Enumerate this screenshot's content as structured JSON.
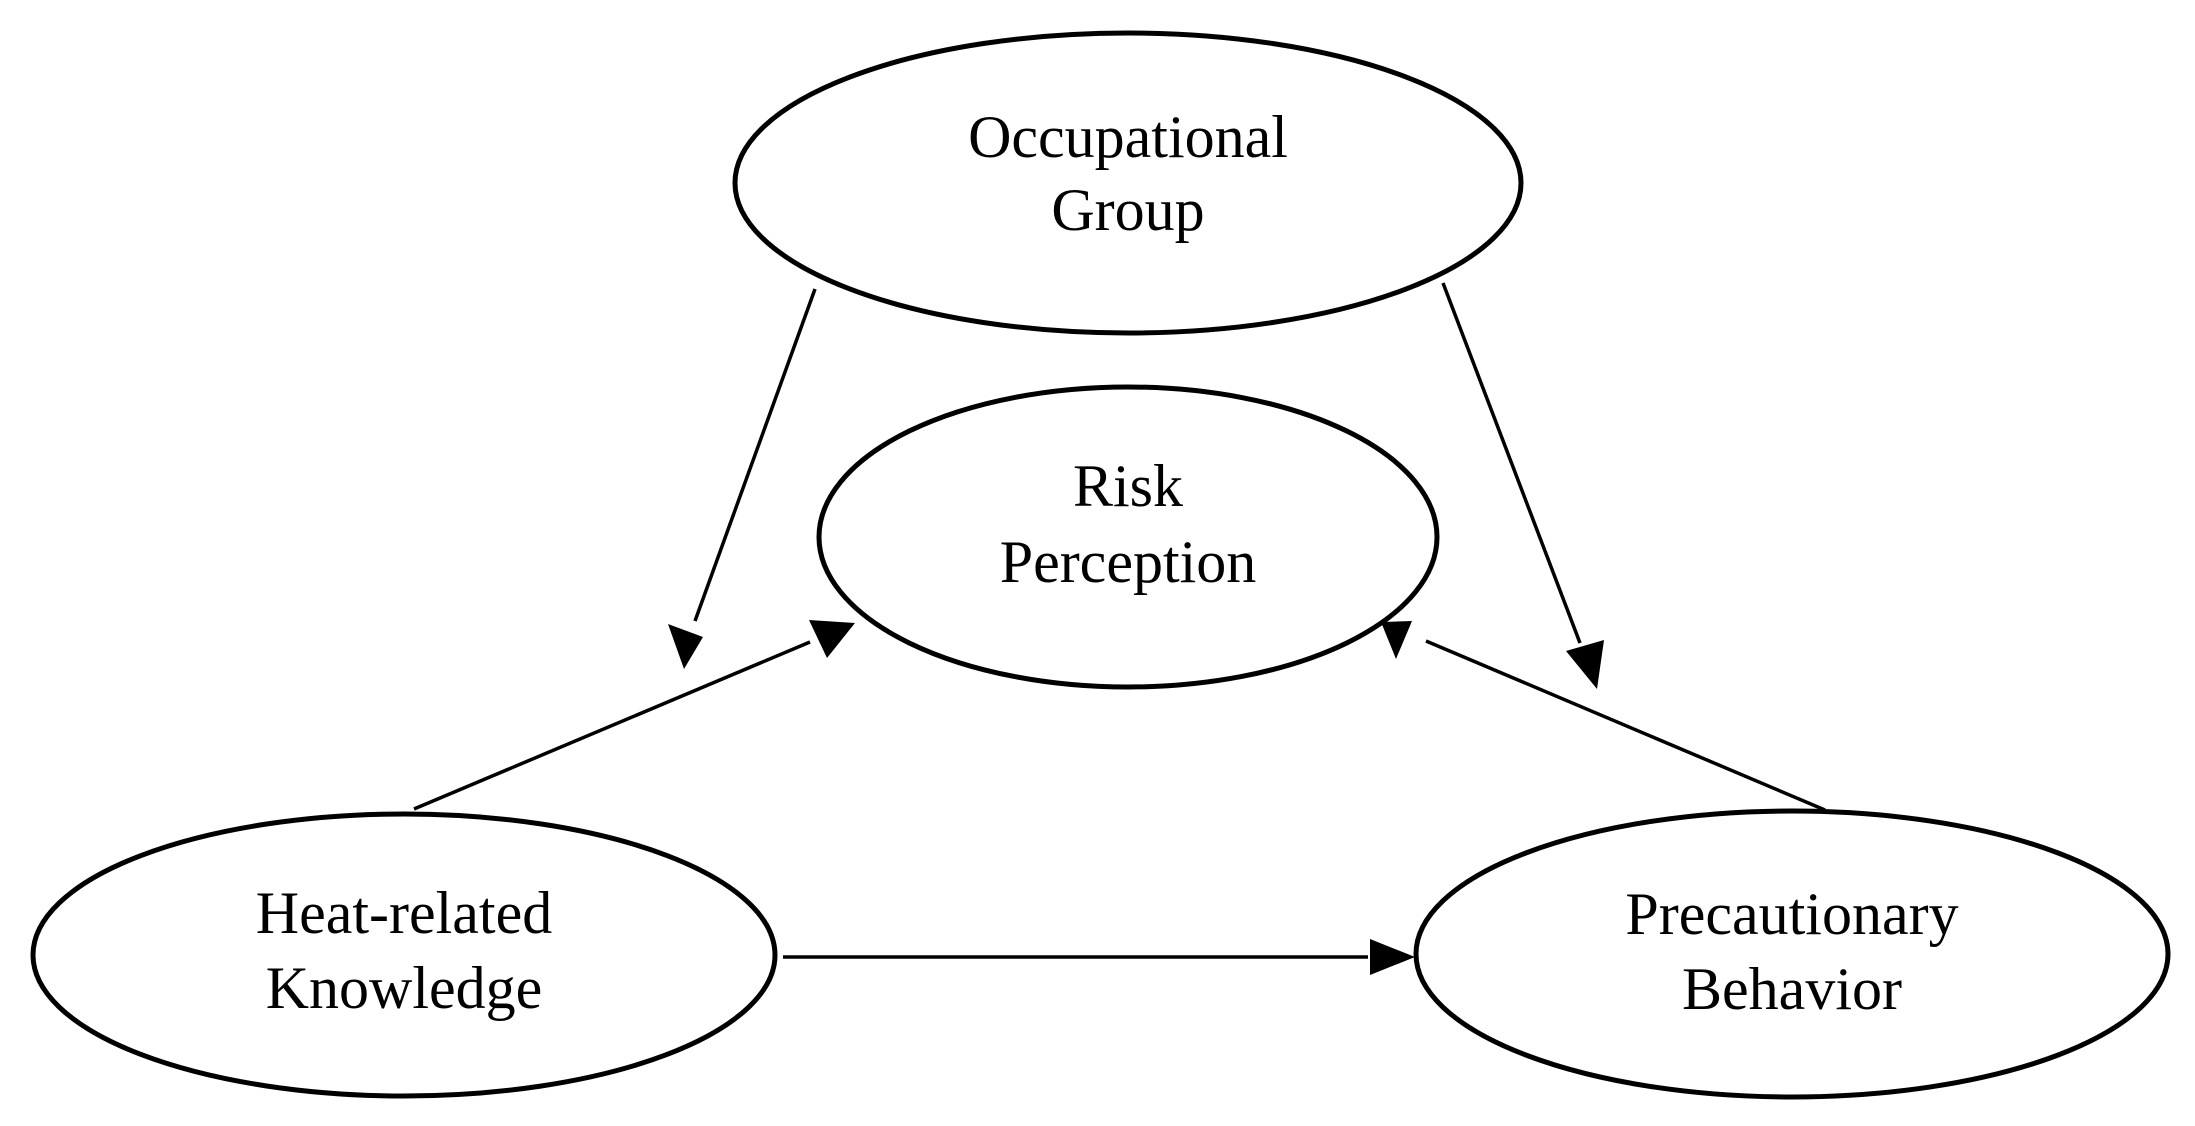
{
  "nodes": {
    "occupational_group": {
      "line1": "Occupational",
      "line2": "Group"
    },
    "risk_perception": {
      "line1": "Risk",
      "line2": "Perception"
    },
    "heat_related_knowledge": {
      "line1": "Heat-related",
      "line2": "Knowledge"
    },
    "precautionary_behavior": {
      "line1": "Precautionary",
      "line2": "Behavior"
    }
  },
  "edges": [
    {
      "from": "Occupational Group",
      "to": "Heat-related Knowledge"
    },
    {
      "from": "Occupational Group",
      "to": "Precautionary Behavior"
    },
    {
      "from": "Heat-related Knowledge",
      "to": "Risk Perception"
    },
    {
      "from": "Precautionary Behavior",
      "to": "Risk Perception"
    },
    {
      "from": "Heat-related Knowledge",
      "to": "Precautionary Behavior"
    }
  ],
  "colors": {
    "stroke": "#000000",
    "background": "#ffffff"
  }
}
